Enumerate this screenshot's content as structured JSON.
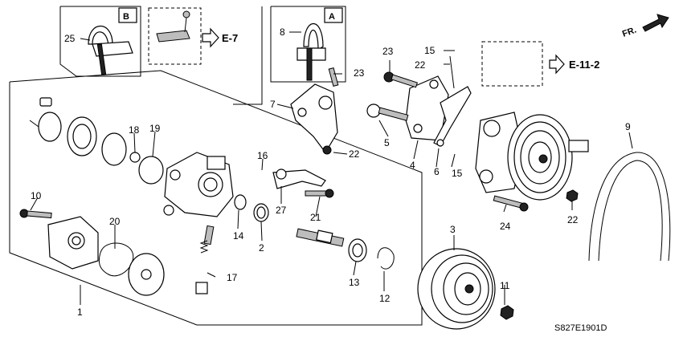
{
  "diagram": {
    "part_labels": [
      "1",
      "2",
      "3",
      "4",
      "5",
      "6",
      "7",
      "8",
      "9",
      "10",
      "11",
      "12",
      "13",
      "14",
      "15",
      "15",
      "16",
      "17",
      "18",
      "19",
      "20",
      "21",
      "22",
      "22",
      "22",
      "23",
      "23",
      "24",
      "25",
      "27"
    ],
    "inset_labels": {
      "b": "B",
      "a": "A"
    },
    "refs": {
      "e7": "E-7",
      "e112": "E-11-2"
    },
    "orientation": "FR.",
    "code": "S827E1901D"
  }
}
